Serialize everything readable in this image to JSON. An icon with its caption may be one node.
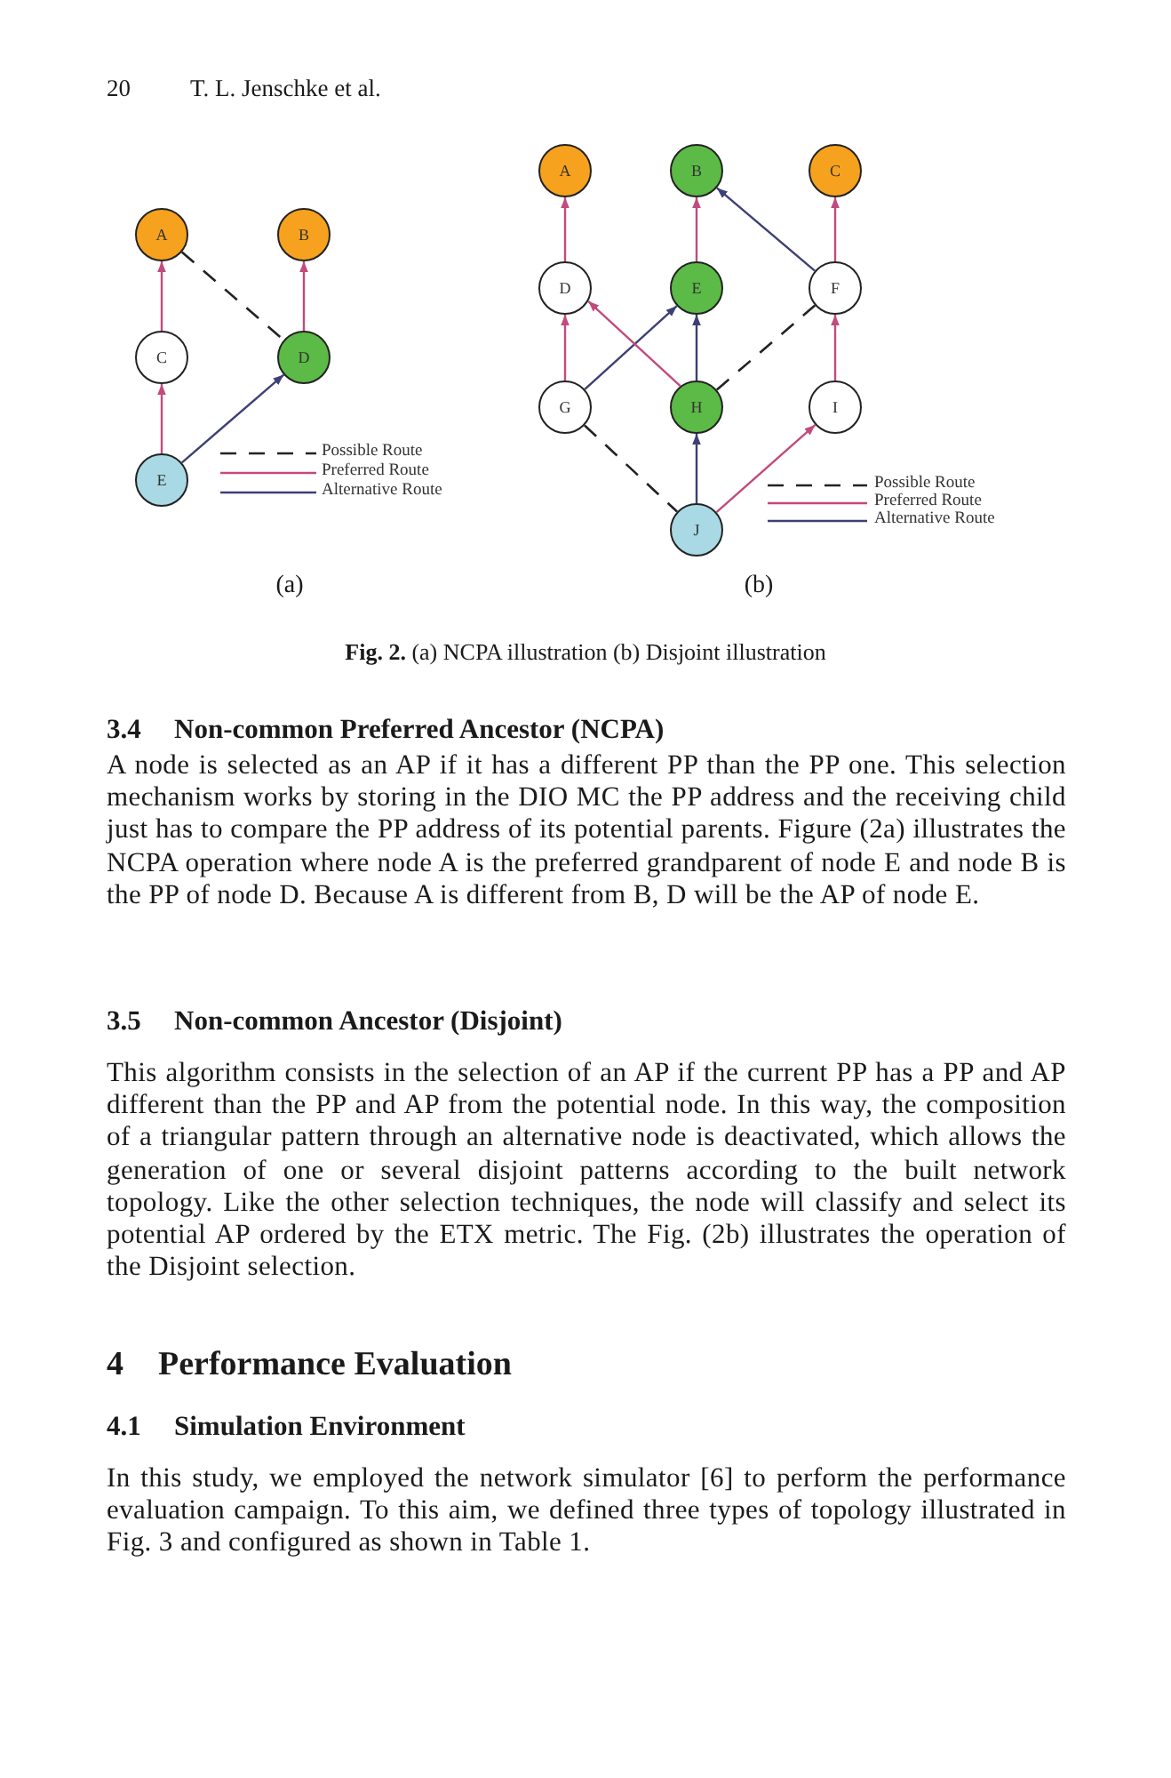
{
  "diagram": {
    "caption": "**Fig. 2.** (a) NCPA illustration (b) Disjoint illustration",
    "nodes": [
      {
        "text": [
          "A"
        ]
      },
      {
        "text": [
          "B"
        ]
      },
      {
        "text": [
          "C"
        ]
      },
      {
        "text": [
          "D"
        ]
      },
      {
        "text": [
          "E"
        ]
      },
      {
        "text": [
          "A"
        ]
      },
      {
        "text": [
          "B"
        ]
      },
      {
        "text": [
          "C"
        ]
      },
      {
        "text": [
          "D"
        ]
      },
      {
        "text": [
          "E"
        ]
      },
      {
        "text": [
          "F"
        ]
      },
      {
        "text": [
          "G"
        ]
      },
      {
        "text": [
          "H"
        ]
      },
      {
        "text": [
          "I"
        ]
      },
      {
        "text": [
          "J"
        ]
      }
    ],
    "edges": [
      {
        "from": 4,
        "to": 2,
        "arrow": "to"
      },
      {
        "from": 2,
        "to": 0,
        "arrow": "to"
      },
      {
        "from": 3,
        "to": 1,
        "arrow": "to"
      },
      {
        "from": 4,
        "to": 3,
        "arrow": "to",
        "color": "#3d3f75"
      },
      {
        "from": 0,
        "to": 3,
        "arrow": "none",
        "style": "dashed",
        "color": "#222222"
      },
      {
        "from": 8,
        "to": 5,
        "arrow": "to"
      },
      {
        "from": 9,
        "to": 6,
        "arrow": "to"
      },
      {
        "from": 10,
        "to": 7,
        "arrow": "to"
      },
      {
        "from": 10,
        "to": 6,
        "arrow": "to",
        "color": "#3d3f75"
      },
      {
        "from": 11,
        "to": 8,
        "arrow": "to"
      },
      {
        "from": 11,
        "to": 9,
        "arrow": "to",
        "color": "#3d3f75"
      },
      {
        "from": 12,
        "to": 8,
        "arrow": "to"
      },
      {
        "from": 12,
        "to": 9,
        "arrow": "to",
        "color": "#3d3f75"
      },
      {
        "from": 12,
        "to": 10,
        "arrow": "none",
        "style": "dashed",
        "color": "#222222"
      },
      {
        "from": 13,
        "to": 10,
        "arrow": "to"
      },
      {
        "from": 14,
        "to": 12,
        "arrow": "to",
        "color": "#3d3f75"
      },
      {
        "from": 14,
        "to": 13,
        "arrow": "to"
      },
      {
        "from": 11,
        "to": 14,
        "arrow": "none",
        "style": "dashed",
        "color": "#222222"
      }
    ],
    "labels": [
      "20",
      "T. L. Jenschke et al.",
      "(a)",
      "(b)",
      "3.4",
      "Non-common Preferred Ancestor (NCPA)",
      "A node is selected as an AP if it has a different PP than the PP one. This selection mechanism works by storing in the DIO MC the PP address and the receiving child just has to compare the PP address of its potential parents. Figure (2a) illustrates the NCPA operation where node A is the preferred grandparent of node E and node B is the PP of node D. Because A is different from B, D will be the AP of node E.",
      "3.5",
      "Non-common Ancestor (Disjoint)",
      "This algorithm consists in the selection of an AP if the current PP has a PP and AP different than the PP and AP from the potential node. In this way, the composition of a triangular pattern through an alternative node is deactivated, which allows the generation of one or several disjoint patterns according to the built network topology. Like the other selection techniques, the node will classify and select its potential AP ordered by the ETX metric. The Fig. (2b) illustrates the operation of the Disjoint selection.",
      "4",
      "Performance Evaluation",
      "4.1",
      "Simulation Environment",
      "In this study, we employed the network simulator [6] to perform the performance evaluation campaign. To this aim, we defined three types of topology illustrated in Fig. 3 and configured as shown in Table 1."
    ],
    "legend": [
      {
        "text": "Possible Route"
      },
      {
        "text": "Preferred Route"
      },
      {
        "text": "Alternative Route"
      },
      {
        "text": "Possible Route"
      },
      {
        "text": "Preferred Route"
      },
      {
        "text": "Alternative Route"
      }
    ]
  }
}
